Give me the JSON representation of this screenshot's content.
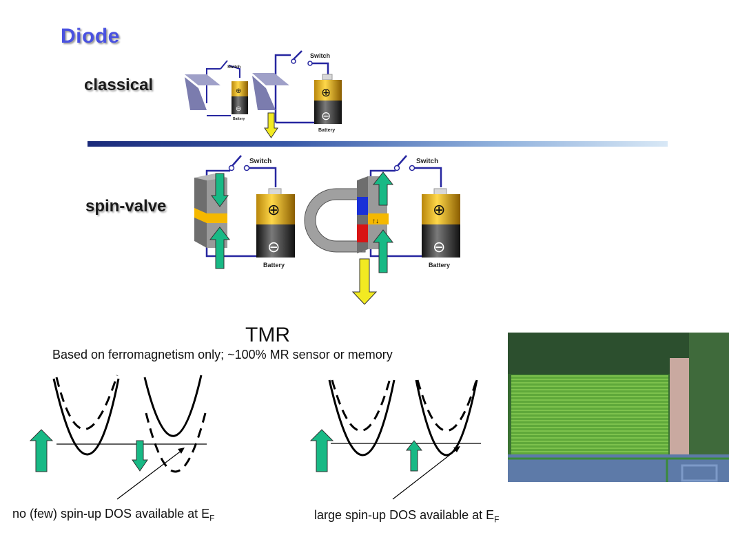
{
  "title": "Diode",
  "sections": {
    "classical": "classical",
    "spin_valve": "spin-valve"
  },
  "circuit": {
    "switch_label": "Switch",
    "battery_label": "Battery",
    "plus": "⊕",
    "minus": "⊖"
  },
  "tmr": {
    "heading": "TMR",
    "description": "Based on ferromagnetism only; ~100% MR sensor or memory",
    "caption_left": "no (few) spin-up DOS available at E",
    "caption_right": "large spin-up DOS available at E",
    "subscript": "F"
  },
  "colors": {
    "title": "#4a52e0",
    "arrow_green": "#18b985",
    "arrow_yellow": "#f2ea22",
    "wire": "#2626a0"
  }
}
